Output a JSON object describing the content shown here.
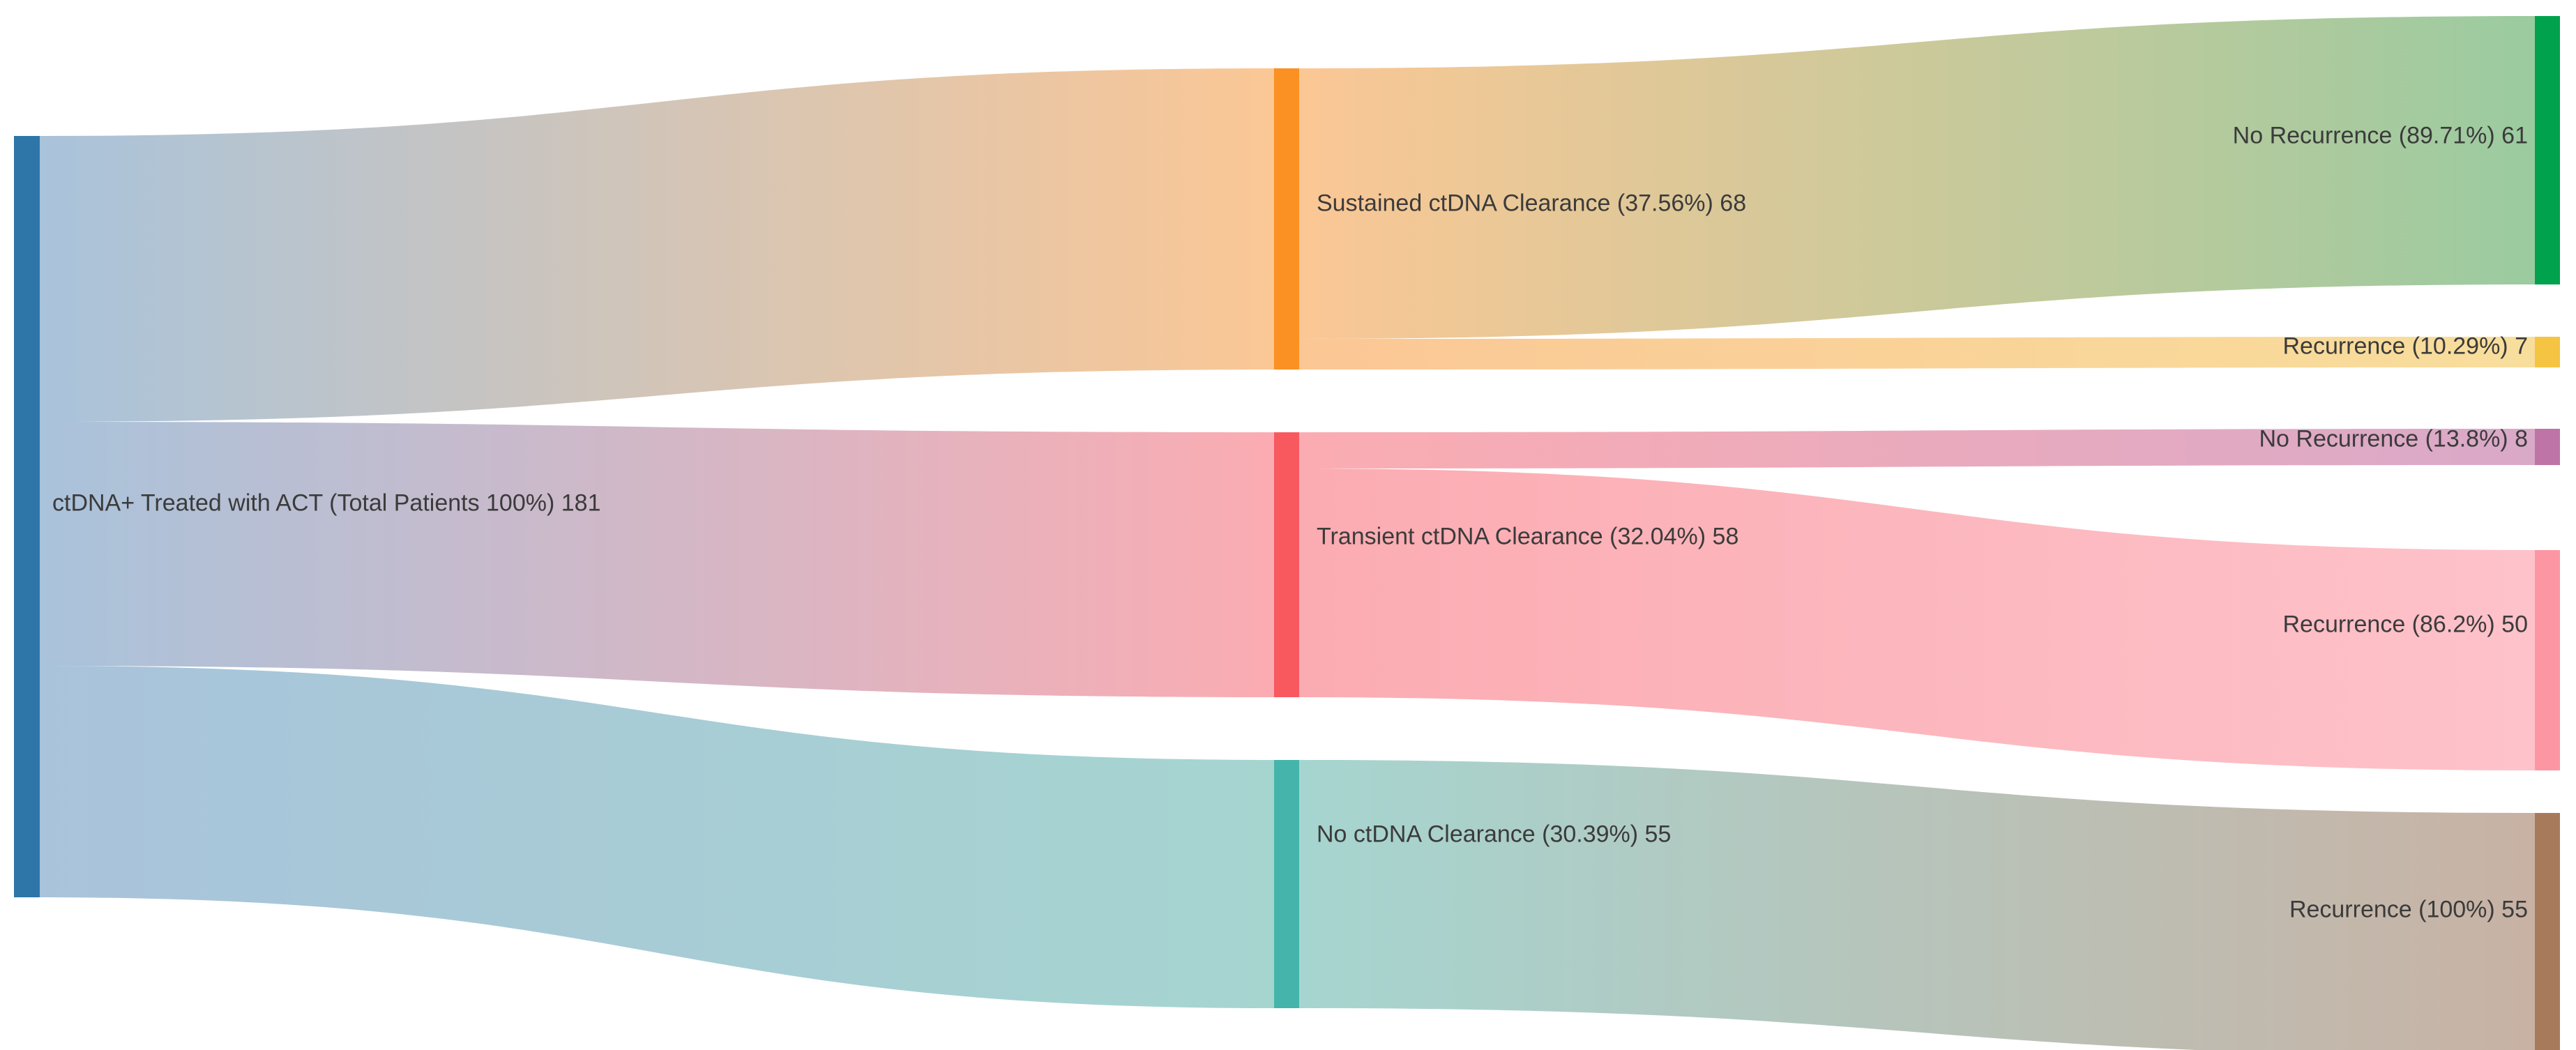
{
  "chart_data": {
    "type": "sankey",
    "title": "",
    "unit": "patients",
    "total_patients": 181,
    "nodes": [
      {
        "id": "root",
        "column": 0,
        "label": "ctDNA+ Treated with ACT (Total Patients 100%) 181",
        "value": 181,
        "percent": "100%",
        "color": "#2E76A8",
        "light": "#A9C3DB"
      },
      {
        "id": "sustained",
        "column": 1,
        "label": "Sustained ctDNA Clearance (37.56%) 68",
        "value": 68,
        "percent": "37.56%",
        "color": "#FB9122",
        "light": "#FBC795"
      },
      {
        "id": "transient",
        "column": 1,
        "label": "Transient ctDNA Clearance (32.04%) 58",
        "value": 58,
        "percent": "32.04%",
        "color": "#F8595F",
        "light": "#FBACB2"
      },
      {
        "id": "no-clearance",
        "column": 1,
        "label": "No ctDNA Clearance (30.39%) 55",
        "value": 55,
        "percent": "30.39%",
        "color": "#45B5AB",
        "light": "#A6D5D0"
      },
      {
        "id": "sus-norec",
        "column": 2,
        "label": "No Recurrence (89.71%) 61",
        "value": 61,
        "percent": "89.71%",
        "color": "#00A24D",
        "light": "#9BCBA0"
      },
      {
        "id": "sus-rec",
        "column": 2,
        "label": "Recurrence (10.29%) 7",
        "value": 7,
        "percent": "10.29%",
        "color": "#F5C442",
        "light": "#F8DE9C"
      },
      {
        "id": "tra-norec",
        "column": 2,
        "label": "No Recurrence (13.8%) 8",
        "value": 8,
        "percent": "13.8%",
        "color": "#BE74A6",
        "light": "#D9A9C8"
      },
      {
        "id": "tra-rec",
        "column": 2,
        "label": "Recurrence (86.2%) 50",
        "value": 50,
        "percent": "86.2%",
        "color": "#FD96A3",
        "light": "#FEC2CA"
      },
      {
        "id": "none-rec",
        "column": 2,
        "label": "Recurrence (100%) 55",
        "value": 55,
        "percent": "100%",
        "color": "#A87A5C",
        "light": "#C8B2A4"
      }
    ],
    "links": [
      {
        "source": "root",
        "target": "sustained",
        "value": 68
      },
      {
        "source": "root",
        "target": "transient",
        "value": 58
      },
      {
        "source": "root",
        "target": "no-clearance",
        "value": 55
      },
      {
        "source": "sustained",
        "target": "sus-norec",
        "value": 61
      },
      {
        "source": "sustained",
        "target": "sus-rec",
        "value": 7
      },
      {
        "source": "transient",
        "target": "tra-norec",
        "value": 8
      },
      {
        "source": "transient",
        "target": "tra-rec",
        "value": 50
      },
      {
        "source": "no-clearance",
        "target": "none-rec",
        "value": 55
      }
    ],
    "legend_position": "none",
    "grid": false
  }
}
